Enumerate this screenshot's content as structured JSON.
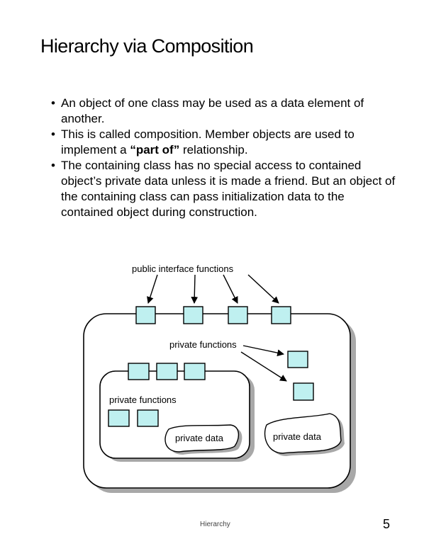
{
  "slide": {
    "title": "Hierarchy via Composition",
    "bullets": [
      "An object of one class may be used as a data element of another.",
      "This is called composition. Member objects are used to implement a “part of” relationship.",
      "The containing class has no special access to contained object’s private data unless it is made a friend.  But an object of the containing class can pass initialization data to the contained object during construction."
    ],
    "bullet2_prefix": "This is called composition. Member objects are used to implement a ",
    "bullet2_bold": "“part of”",
    "bullet2_suffix": " relationship."
  },
  "diagram": {
    "outer_label_public": "public interface functions",
    "outer_label_private_functions": "private functions",
    "inner_label_private_functions": "private functions",
    "inner_label_private_data": "private data",
    "outer_label_private_data": "private data",
    "colors": {
      "box_fill": "#bff0f0",
      "shadow": "#a8a8a8"
    }
  },
  "footer": {
    "text": "Hierarchy",
    "page_number": "5"
  }
}
